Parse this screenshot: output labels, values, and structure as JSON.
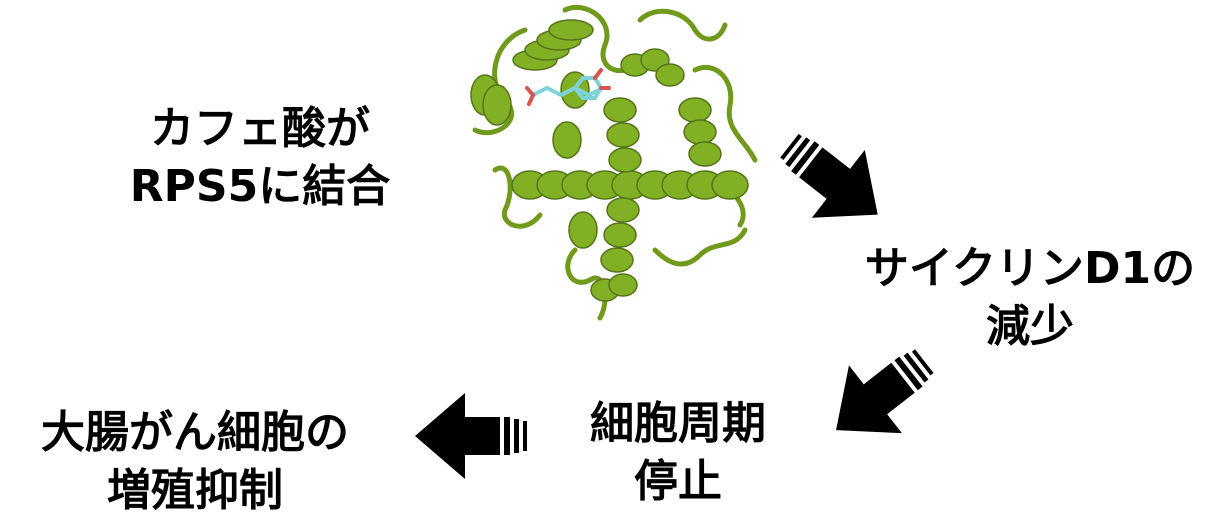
{
  "labels": {
    "caffeic_binding": {
      "line1": "カフェ酸が",
      "line2": "RPS5に結合"
    },
    "cyclin_decrease": {
      "line1": "サイクリンD1の",
      "line2": "減少"
    },
    "cell_cycle_arrest": {
      "line1": "細胞周期",
      "line2": "停止"
    },
    "colon_cancer_inhibition": {
      "line1": "大腸がん細胞の",
      "line2": "増殖抑制"
    }
  },
  "colors": {
    "protein": "#7aa420",
    "protein_dark": "#55751a",
    "ligand": "#7fd3d8",
    "ligand_oxygen": "#d9534f",
    "arrow": "#000000"
  }
}
